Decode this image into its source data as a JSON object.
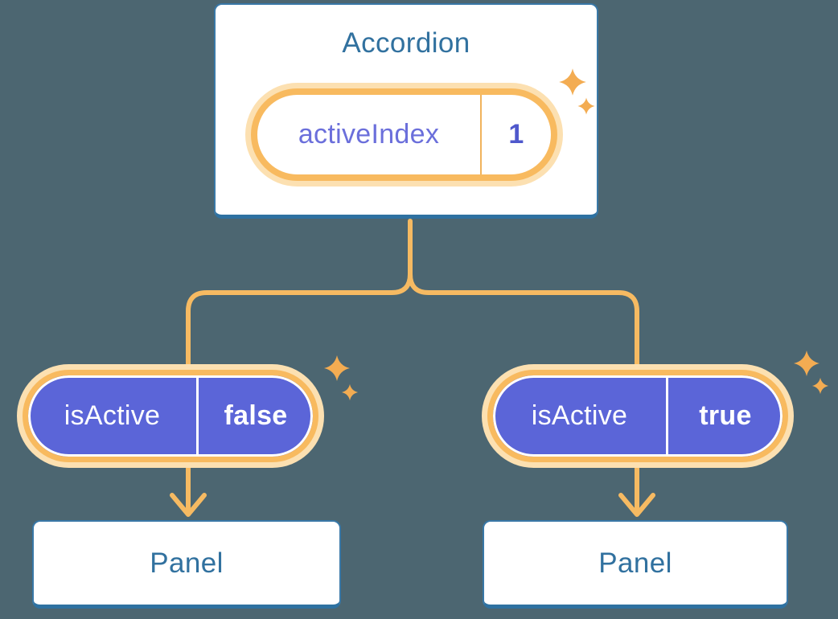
{
  "colors": {
    "background": "#4C6671",
    "box-border": "#3978A7",
    "box-border-bottom": "#2E71A1",
    "heading-blue": "#31719F",
    "orange": "#F8BA5F",
    "orange-line": "#F6BA62",
    "orange-divider": "#F1B35C",
    "glow": "#FCE0B1",
    "purple": "#5B65D8",
    "indigo-text": "#6B6FDB",
    "value-indigo": "#4F58CC",
    "sparkle": "#F3AC52"
  },
  "icons": [
    {
      "name": "sparkle-icon",
      "glyph": "four-point-star"
    }
  ],
  "accordion": {
    "title": "Accordion",
    "state_pill": {
      "label": "activeIndex",
      "value": "1"
    }
  },
  "children": [
    {
      "pill": {
        "label": "isActive",
        "value": "false"
      },
      "panel_label": "Panel"
    },
    {
      "pill": {
        "label": "isActive",
        "value": "true"
      },
      "panel_label": "Panel"
    }
  ]
}
